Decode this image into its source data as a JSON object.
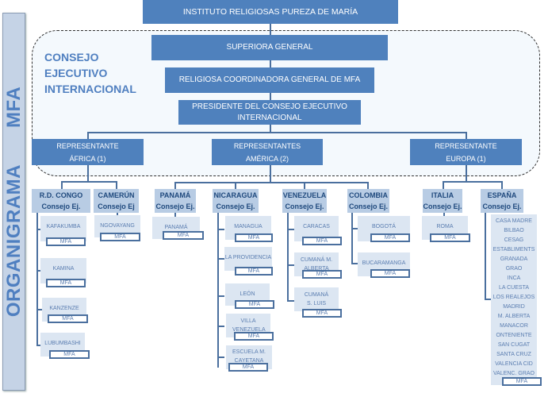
{
  "sidebar": {
    "word1": "ORGANIGRAMA",
    "word2": "MFA"
  },
  "top": {
    "institute": "INSTITUTO RELIGIOSAS PUREZA DE MARÍA"
  },
  "council": {
    "title_lines": [
      "CONSEJO",
      "EJECUTIVO",
      "INTERNACIONAL"
    ],
    "superiora": "SUPERIORA GENERAL",
    "coordinadora": "RELIGIOSA COORDINADORA GENERAL DE MFA",
    "presidente_lines": [
      "PRESIDENTE DEL CONSEJO EJECUTIVO",
      "INTERNACIONAL"
    ]
  },
  "representatives": [
    {
      "line1": "REPRESENTANTE",
      "line2": "ÁFRICA  (1)"
    },
    {
      "line1": "REPRESENTANTES",
      "line2": "AMÉRICA (2)"
    },
    {
      "line1": "REPRESENTANTE",
      "line2": "EUROPA (1)"
    }
  ],
  "countries": [
    {
      "name": "R.D. CONGO",
      "sub": "Consejo Ej."
    },
    {
      "name": "CAMERÚN",
      "sub": "Consejo Ej"
    },
    {
      "name": "PANAMÁ",
      "sub": "Consejo Ej."
    },
    {
      "name": "NICARAGUA",
      "sub": "Consejo Ej."
    },
    {
      "name": "VENEZUELA",
      "sub": "Consejo Ej."
    },
    {
      "name": "COLOMBIA",
      "sub": "Consejo Ej."
    },
    {
      "name": "ITALIA",
      "sub": "Consejo Ej."
    },
    {
      "name": "ESPAÑA",
      "sub": "Consejo Ej."
    }
  ],
  "mfa_label": "MFA",
  "cities": {
    "congo": [
      "KAFAKUMBA",
      "KAMINA",
      "KANZENZE",
      "LUBUMBASHI"
    ],
    "camerun": [
      "NGOVAYANG"
    ],
    "panama": [
      "PANAMÁ"
    ],
    "nicaragua": [
      "MANAGUA",
      "LA PROVIDENCIA",
      "LEÓN",
      "VILLA VENEZUELA",
      "ESCUELA M. CAYETANA"
    ],
    "venezuela": [
      "CARACAS",
      "CUMANÁ M. ALBERTA",
      "CUMANÁ S. LUIS"
    ],
    "colombia": [
      "BOGOTÁ",
      "BUCARAMANGA"
    ],
    "italia": [
      "ROMA"
    ],
    "espana": [
      "CASA MADRE",
      "BILBAO",
      "CESAG",
      "ESTABLIMENTS",
      "GRANADA",
      "GRAO",
      "INCA",
      "LA CUESTA",
      "LOS REALEJOS",
      "MADRID",
      "M. ALBERTA",
      "MANACOR",
      "ONTENIENTE",
      "SAN CUGAT",
      "SANTA CRUZ",
      "VALENCIA  CID",
      "VALENC. GRAO"
    ]
  }
}
